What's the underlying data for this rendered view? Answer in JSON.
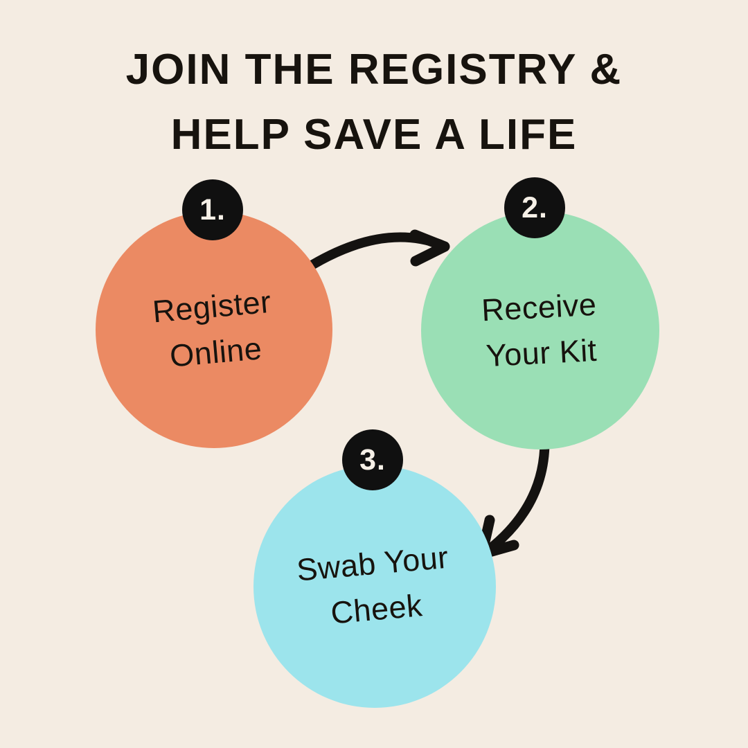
{
  "canvas": {
    "background": "#f4ece2"
  },
  "title": {
    "line1": "JOIN THE REGISTRY &",
    "line2": "HELP SAVE A LIFE",
    "color": "#17130e"
  },
  "steps": [
    {
      "number": "1.",
      "label_line1": "Register",
      "label_line2": "Online",
      "circle_color": "#eb8a63"
    },
    {
      "number": "2.",
      "label_line1": "Receive",
      "label_line2": "Your Kit",
      "circle_color": "#9adfb5"
    },
    {
      "number": "3.",
      "label_line1": "Swab Your",
      "label_line2": "Cheek",
      "circle_color": "#9ce4ec"
    }
  ],
  "badge": {
    "background": "#101010",
    "text_color": "#f6f0e7"
  },
  "arrows": {
    "color": "#141210"
  },
  "text_color": "#17130e"
}
